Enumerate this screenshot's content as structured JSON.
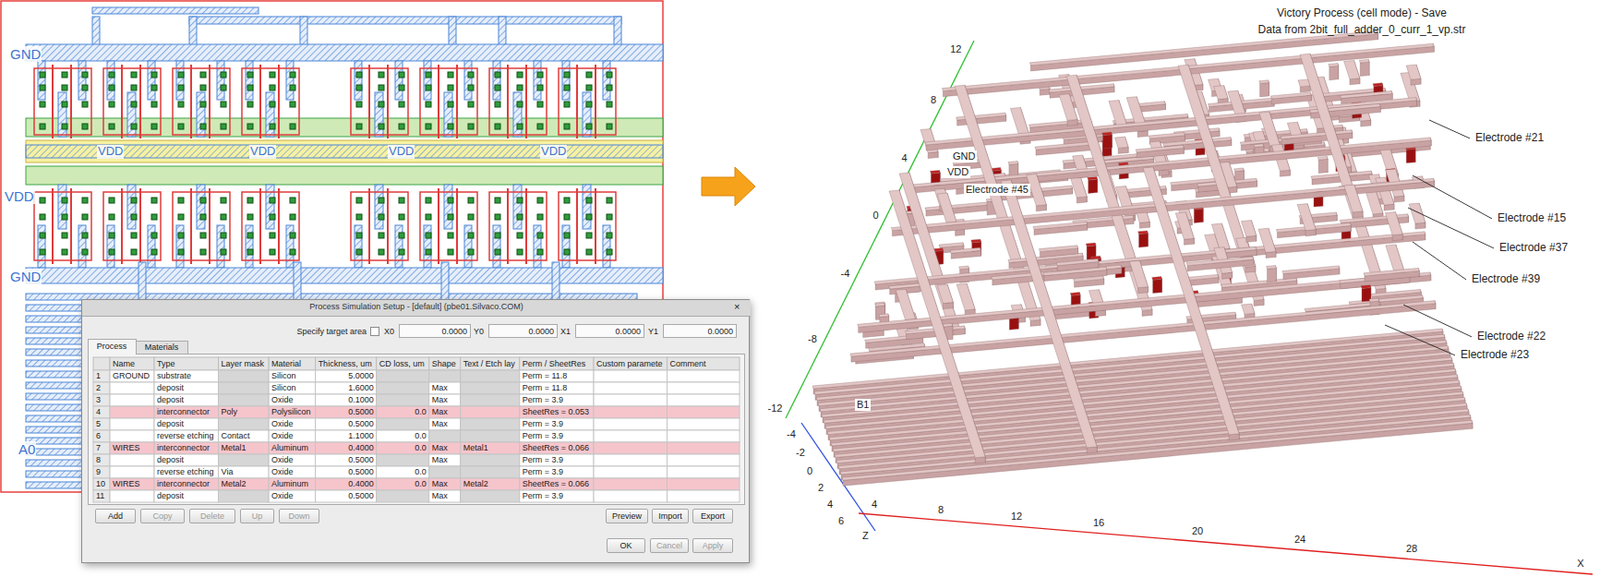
{
  "diagram": {
    "nodes": [
      {
        "text": [
          "GND",
          "VDD",
          "GND",
          "A0"
        ]
      },
      {
        "text": [
          "Process Simulation Setup - [default] (pbe01.Silvaco.COM)"
        ]
      },
      {
        "text": [
          "Victory Process (cell mode) - Save",
          "Data from 2bit_full_adder_0_curr_1_vp.str"
        ]
      }
    ],
    "edges": [
      {
        "from": 0,
        "to": 2,
        "arrow": "to"
      }
    ],
    "labels": [
      "×",
      "Specify target area",
      "X0",
      "0.0000",
      "Y0",
      "0.0000",
      "X1",
      "0.0000",
      "Y1",
      "0.0000",
      "Process",
      "Materials",
      "Name",
      "Type",
      "Layer mask",
      "Material",
      "Thickness, um",
      "CD loss, um",
      "Shape",
      "Text / Etch lay",
      "Perm / SheetRes",
      "Custom paramete",
      "Comment",
      "1",
      "GROUND",
      "substrate",
      "Silicon",
      "5.0000",
      "Perm = 11.8",
      "2",
      "deposit",
      "Silicon",
      "1.6000",
      "Max",
      "Perm = 11.8",
      "3",
      "deposit",
      "Oxide",
      "0.1000",
      "Max",
      "Perm = 3.9",
      "4",
      "interconnector",
      "Poly",
      "Polysilicon",
      "0.5000",
      "0.0",
      "Max",
      "SheetRes = 0.053",
      "5",
      "deposit",
      "Oxide",
      "0.5000",
      "Max",
      "Perm = 3.9",
      "6",
      "reverse etching",
      "Contact",
      "Oxide",
      "1.1000",
      "0.0",
      "Perm = 3.9",
      "7",
      "WIRES",
      "interconnector",
      "Metal1",
      "Aluminum",
      "0.4000",
      "0.0",
      "Max",
      "Metal1",
      "SheetRes = 0.066",
      "8",
      "deposit",
      "Oxide",
      "0.5000",
      "Max",
      "Perm = 3.9",
      "9",
      "reverse etching",
      "Via",
      "Oxide",
      "0.5000",
      "0.0",
      "Perm = 3.9",
      "10",
      "WIRES",
      "interconnector",
      "Metal2",
      "Aluminum",
      "0.4000",
      "0.0",
      "Max",
      "Metal2",
      "SheetRes = 0.066",
      "11",
      "deposit",
      "Oxide",
      "0.5000",
      "Max",
      "Perm = 3.9",
      "Add",
      "Copy",
      "Delete",
      "Up",
      "Down",
      "Preview",
      "Import",
      "Export",
      "OK",
      "Cancel",
      "Apply",
      "VDD",
      "VDD",
      "VDD",
      "VDD",
      "12",
      "8",
      "4",
      "0",
      "-4",
      "-8",
      "-12",
      "-4",
      "-2",
      "0",
      "2",
      "4",
      "6",
      "Z",
      "4",
      "8",
      "12",
      "16",
      "20",
      "24",
      "28",
      "X",
      "GND",
      "VDD",
      "Electrode #45",
      "B1",
      "Electrode #21",
      "Electrode #15",
      "Electrode #37",
      "Electrode #39",
      "Electrode #22",
      "Electrode #23"
    ]
  }
}
